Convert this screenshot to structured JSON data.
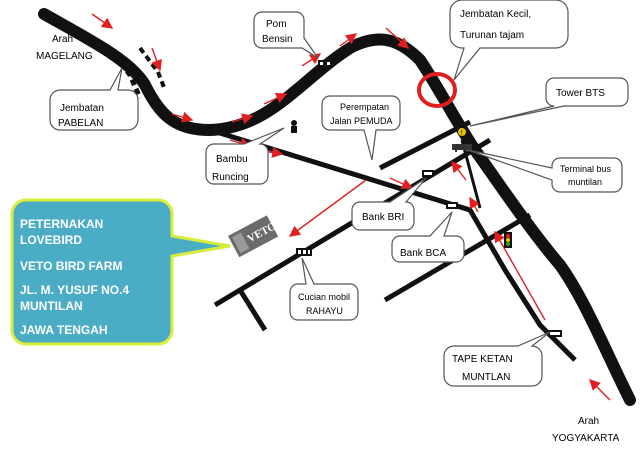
{
  "directions": {
    "magelang": [
      "Arah",
      "MAGELANG"
    ],
    "yogyakarta": [
      "Arah",
      "YOGYAKARTA"
    ]
  },
  "landmarks": {
    "jembatan_pabelan": [
      "Jembatan",
      "PABELAN"
    ],
    "pom_bensin": [
      "Pom",
      "Bensin"
    ],
    "jembatan_kecil": [
      "Jembatan Kecil,",
      "Turunan tajam"
    ],
    "tower_bts": [
      "Tower BTS"
    ],
    "perempatan": [
      "Perempatan",
      "Jalan PEMUDA"
    ],
    "bambu_runcing": [
      "Bambu",
      "Runcing"
    ],
    "terminal": [
      "Terminal bus",
      "muntilan"
    ],
    "bank_bri": [
      "Bank BRI"
    ],
    "bank_bca": [
      "Bank BCA"
    ],
    "cucian_mobil": [
      "Cucian mobil",
      "RAHAYU"
    ],
    "tape_ketan": [
      "TAPE KETAN",
      "MUNTLAN"
    ]
  },
  "info_box": {
    "lines": [
      "PETERNAKAN",
      "LOVEBIRD",
      "VETO BIRD FARM",
      "JL. M. YUSUF NO.4",
      "MUNTILAN",
      "JAWA TENGAH"
    ],
    "fill": "#4bacc6",
    "border": "#d9ec3a"
  },
  "logo": {
    "text": "VETO"
  },
  "colors": {
    "road": "#111111",
    "arrow": "#e02020",
    "circle": "#e02020"
  },
  "icons": [
    "gas-station-icon",
    "statue-icon",
    "warning-icon",
    "bus-icon",
    "bank-icon",
    "car-wash-icon",
    "traffic-light-icon",
    "shop-icon"
  ]
}
